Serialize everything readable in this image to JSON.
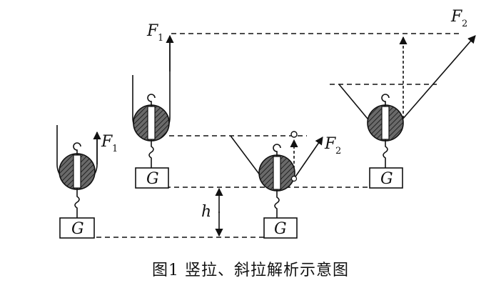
{
  "labels": {
    "force_vertical": "F",
    "force_vertical_sub": "1",
    "force_oblique": "F",
    "force_oblique_sub": "2",
    "weight": "G",
    "height": "h"
  },
  "caption": "图1  竖拉、斜拉解析示意图",
  "colors": {
    "ink": "#111111",
    "pulley_fill": "#5a5a5a"
  }
}
